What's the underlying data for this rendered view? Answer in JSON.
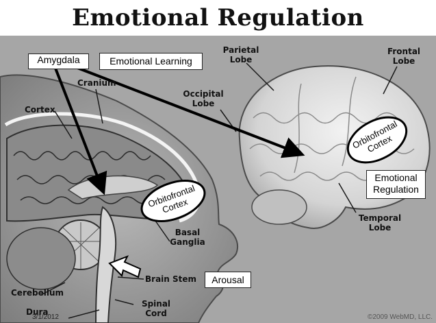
{
  "title": "Emotional Regulation",
  "boxes": {
    "amygdala": "Amygdala",
    "emotional_learning": "Emotional Learning",
    "emotional_regulation_line1": "Emotional",
    "emotional_regulation_line2": "Regulation",
    "arousal": "Arousal"
  },
  "ovals": {
    "orbitofrontal_brain_line1": "Orbitofrontal",
    "orbitofrontal_brain_line2": "Cortex",
    "orbitofrontal_head_line1": "Orbitofrontal",
    "orbitofrontal_head_line2": "Cortex"
  },
  "labels": {
    "parietal_line1": "Parietal",
    "parietal_line2": "Lobe",
    "frontal_line1": "Frontal",
    "frontal_line2": "Lobe",
    "occipital_line1": "Occipital",
    "occipital_line2": "Lobe",
    "temporal_line1": "Temporal",
    "temporal_line2": "Lobe",
    "cranium": "Cranium",
    "cortex": "Cortex",
    "basal_line1": "Basal",
    "basal_line2": "Ganglia",
    "brain_stem": "Brain Stem",
    "cerebellum": "Cerebellum",
    "dura": "Dura",
    "spinal_line1": "Spinal",
    "spinal_line2": "Cord"
  },
  "footer": {
    "date": "3/1/2012",
    "copyright": "©2009 WebMD, LLC."
  },
  "colors": {
    "background_gray": "#a9a9a9",
    "brain_gray": "#dcdcdc",
    "arrow": "#000000"
  }
}
